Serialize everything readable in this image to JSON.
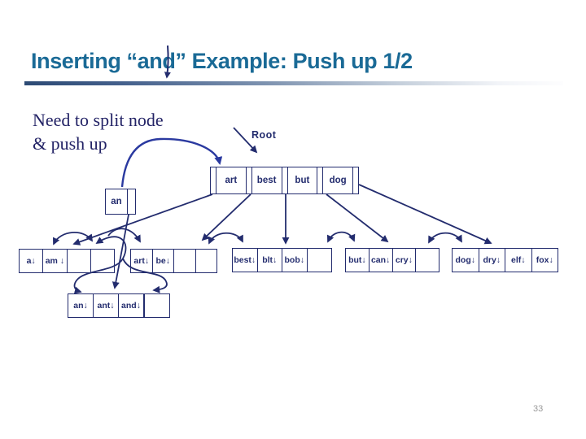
{
  "slide": {
    "title_part1": "Inserting “an",
    "title_part2": "d” Example: Push up 1/2",
    "note_line1": "Need to split node",
    "note_line2": "& push up",
    "page_number": "33"
  },
  "colors": {
    "title_teal": "#1A6A96",
    "tree_navy": "#232C6E",
    "push_up_curve_blue": "#2B3AA0",
    "note_navy": "#232366",
    "page_number_gray": "#999999"
  },
  "tree": {
    "root_label": "Root",
    "root": {
      "cells": [
        "art",
        "best",
        "but",
        "dog"
      ]
    },
    "an_node": {
      "cells": [
        "an"
      ]
    },
    "leaves": [
      {
        "cells": [
          "a↓",
          "am ↓",
          "",
          ""
        ]
      },
      {
        "cells": [
          "art↓",
          "be↓",
          "",
          ""
        ]
      },
      {
        "cells": [
          "best↓",
          "blt↓",
          "bob↓",
          ""
        ]
      },
      {
        "cells": [
          "but↓",
          "can↓",
          "cry↓",
          ""
        ]
      },
      {
        "cells": [
          "dog↓",
          "dry↓",
          "elf↓",
          "fox↓"
        ]
      }
    ],
    "bottom_node": {
      "cells": [
        "an↓",
        "ant↓",
        "and↓",
        ""
      ]
    }
  }
}
